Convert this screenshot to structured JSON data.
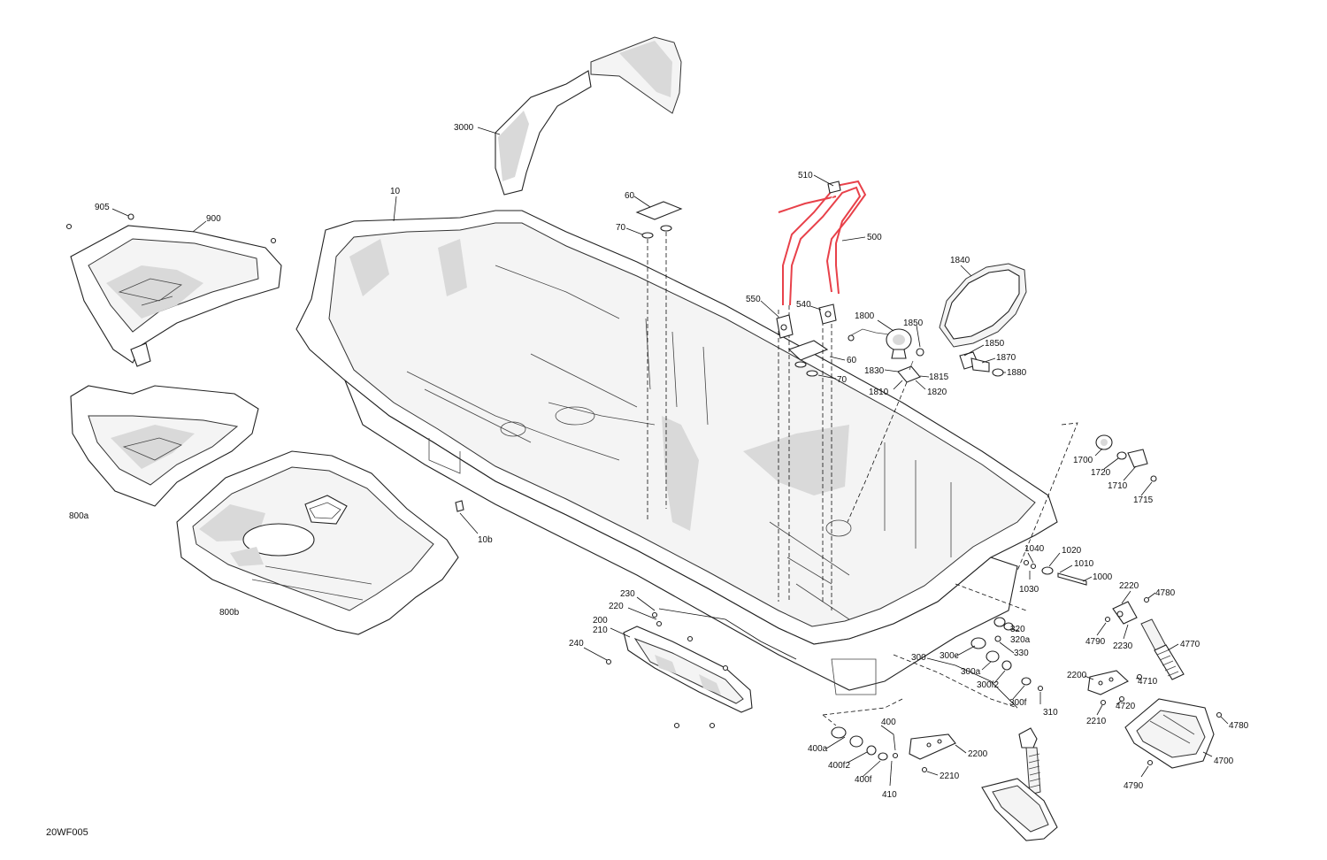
{
  "diagram": {
    "reference_code": "20WF005",
    "highlight_color": "#e8414a",
    "callouts": {
      "c3000": "3000",
      "c905": "905",
      "c900": "900",
      "c800a": "800a",
      "c800b": "800b",
      "c10": "10",
      "c10b": "10b",
      "c60a": "60",
      "c70a": "70",
      "c510": "510",
      "c500": "500",
      "c550": "550",
      "c540": "540",
      "c60b": "60",
      "c70b": "70",
      "c1840": "1840",
      "c1800": "1800",
      "c1850a": "1850",
      "c1850b": "1850",
      "c1870": "1870",
      "c1880": "1880",
      "c1830": "1830",
      "c1815": "1815",
      "c1810": "1810",
      "c1820": "1820",
      "c1700": "1700",
      "c1720": "1720",
      "c1710": "1710",
      "c1715": "1715",
      "c1040": "1040",
      "c1020": "1020",
      "c1010": "1010",
      "c1000": "1000",
      "c1030": "1030",
      "c2220a": "2220",
      "c4780a": "4780",
      "c4790a": "4790",
      "c2230": "2230",
      "c4770": "4770",
      "c2200a": "2200",
      "c4710": "4710",
      "c4720": "4720",
      "c2210a": "2210",
      "c4780b": "4780",
      "c4700": "4700",
      "c4790b": "4790",
      "c230": "230",
      "c220": "220",
      "c200": "200",
      "c210": "210",
      "c240": "240",
      "c320": "320",
      "c320a": "320a",
      "c330": "330",
      "c300": "300",
      "c300c": "300c",
      "c300a": "300a",
      "c300f2": "300f2",
      "c300f": "300f",
      "c310": "310",
      "c400": "400",
      "c400a": "400a",
      "c400f2": "400f2",
      "c400f": "400f",
      "c410": "410",
      "c2200b": "2200",
      "c2210b": "2210"
    }
  }
}
